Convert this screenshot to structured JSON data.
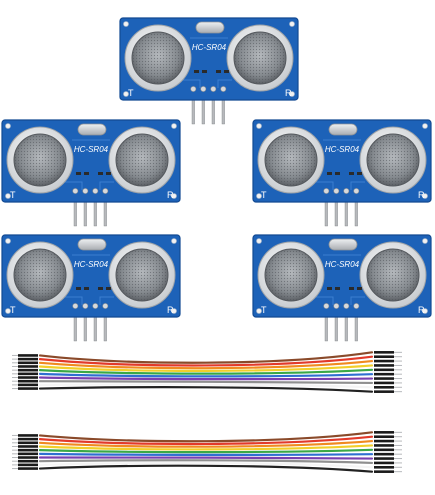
{
  "modules": [
    {
      "model": "HC-SR04",
      "left_label": "T",
      "right_label": "R"
    },
    {
      "model": "HC-SR04",
      "left_label": "T",
      "right_label": "R"
    },
    {
      "model": "HC-SR04",
      "left_label": "T",
      "right_label": "R"
    },
    {
      "model": "HC-SR04",
      "left_label": "T",
      "right_label": "R"
    },
    {
      "model": "HC-SR04",
      "left_label": "T",
      "right_label": "R"
    }
  ],
  "cables": [
    {
      "kind": "dupont-jumper-ribbon",
      "wire_colors": [
        "#8a4a2a",
        "#e23a2a",
        "#f08a20",
        "#f2cf2a",
        "#3aa847",
        "#2e6fd1",
        "#7a3fb0",
        "#8f8f8f",
        "#f4f4f4",
        "#222222"
      ]
    },
    {
      "kind": "dupont-jumper-ribbon",
      "wire_colors": [
        "#8a4a2a",
        "#e23a2a",
        "#f08a20",
        "#f2cf2a",
        "#3aa847",
        "#2e6fd1",
        "#7a3fb0",
        "#8f8f8f",
        "#f4f4f4",
        "#222222"
      ]
    }
  ],
  "colors": {
    "pcb": "#1d62b8",
    "pcb_edge": "#134a92",
    "transducer_rim": "#e6e8ea",
    "transducer_mesh": "#8d9296",
    "crystal": "#c9ccd0",
    "header_pin": "#b7b9bc",
    "connector": "#1a1a1a"
  }
}
